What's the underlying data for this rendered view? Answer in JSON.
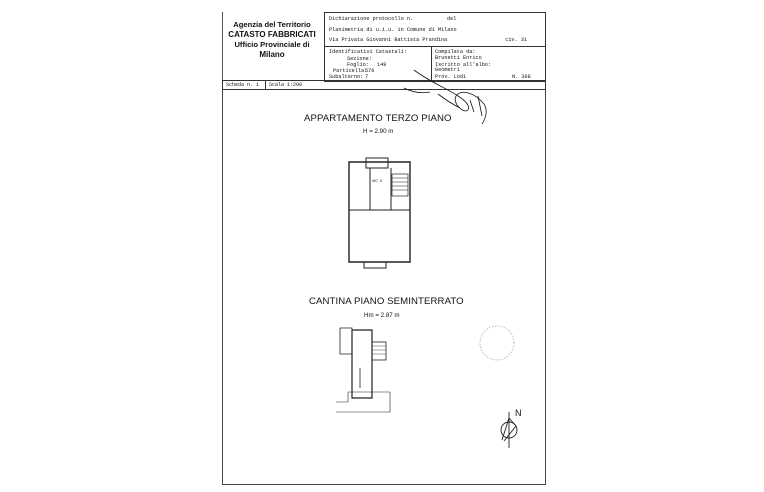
{
  "stamp": {
    "line1": "Agenzia del Territorio",
    "line2": "CATASTO FABBRICATI",
    "line3": "Ufficio Provinciale di",
    "line4": "Milano"
  },
  "header": {
    "protocol_label": "Dichiarazione protocollo n.",
    "date_label": "del",
    "plan_label": "Planimetria di u.i.u. in Comune di Milano",
    "address": "Via Privata Giovanni Battista Prandina",
    "civic": "civ. 31"
  },
  "identifiers": {
    "heading": "Identificativi Catastali:",
    "section_label": "Sezione:",
    "sheet_label": "Foglio:",
    "sheet_value": "149",
    "parcel_label": "Particella:",
    "parcel_value": "576",
    "subunit_label": "Subalterno:",
    "subunit_value": "7"
  },
  "compiler": {
    "heading": "Compilata da:",
    "name": "Brunetti Enrico",
    "registered_label": "Iscritto all'albo:",
    "profession": "Geometri",
    "province": "Prov. Lodi",
    "number": "N.  368"
  },
  "scale_bar": {
    "sheet_number": "Scheda n. 1",
    "scale": "Scala 1:200"
  },
  "plan_1": {
    "title": "APPARTAMENTO TERZO PIANO",
    "height": "H = 2.90 m",
    "room_wc": "WC",
    "room_k": "K"
  },
  "plan_2": {
    "title": "CANTINA PIANO SEMINTERRATO",
    "height": "Hm = 2.87 m"
  },
  "compass": {
    "north": "N"
  },
  "colors": {
    "ink": "#111111",
    "line": "#333333"
  }
}
